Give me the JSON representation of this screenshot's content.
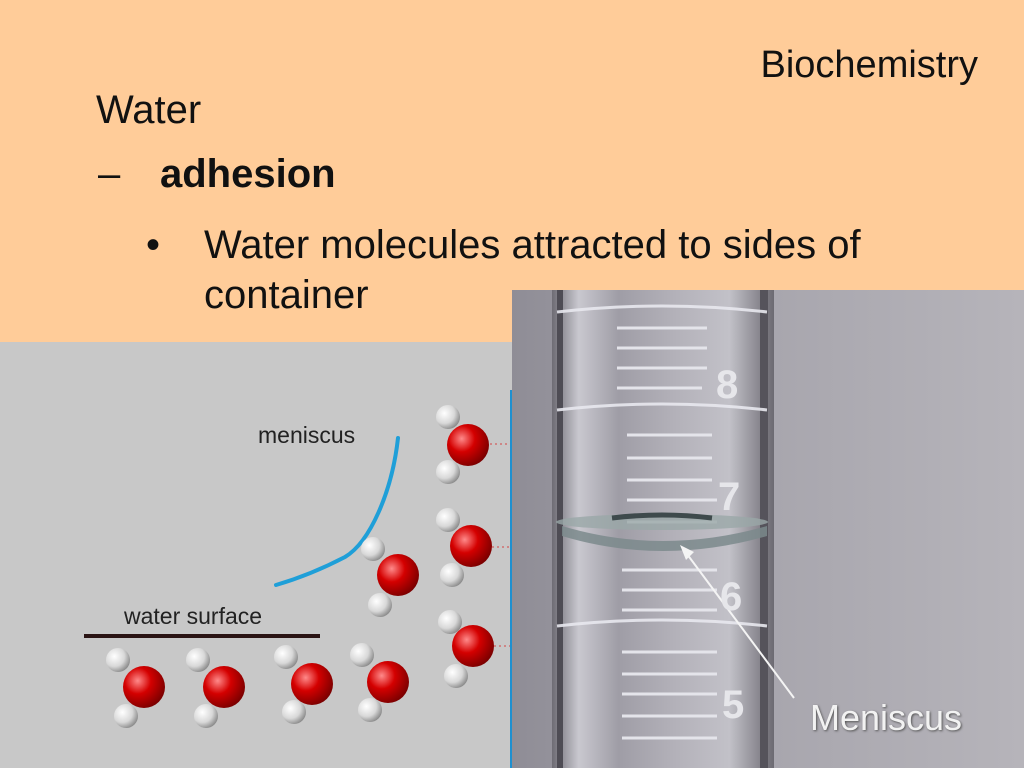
{
  "slide": {
    "title": "Biochemistry",
    "heading": "Water",
    "sub_dash": "–",
    "sub_label": "adhesion",
    "bullet_dot": "•",
    "bullet_text": "Water molecules attracted to sides of container"
  },
  "diagram": {
    "meniscus_label": "meniscus",
    "surface_label": "water surface",
    "colors": {
      "background": "#c8c8c8",
      "meniscus_line": "#1f9fd8",
      "surface_line": "#2a1414",
      "wall": "#1e90d0",
      "oxygen": "#d40000",
      "hydrogen": "#e6e6e6"
    }
  },
  "photo": {
    "meniscus_label": "Meniscus",
    "scale_numbers": [
      "8",
      "7",
      "6",
      "5"
    ]
  }
}
